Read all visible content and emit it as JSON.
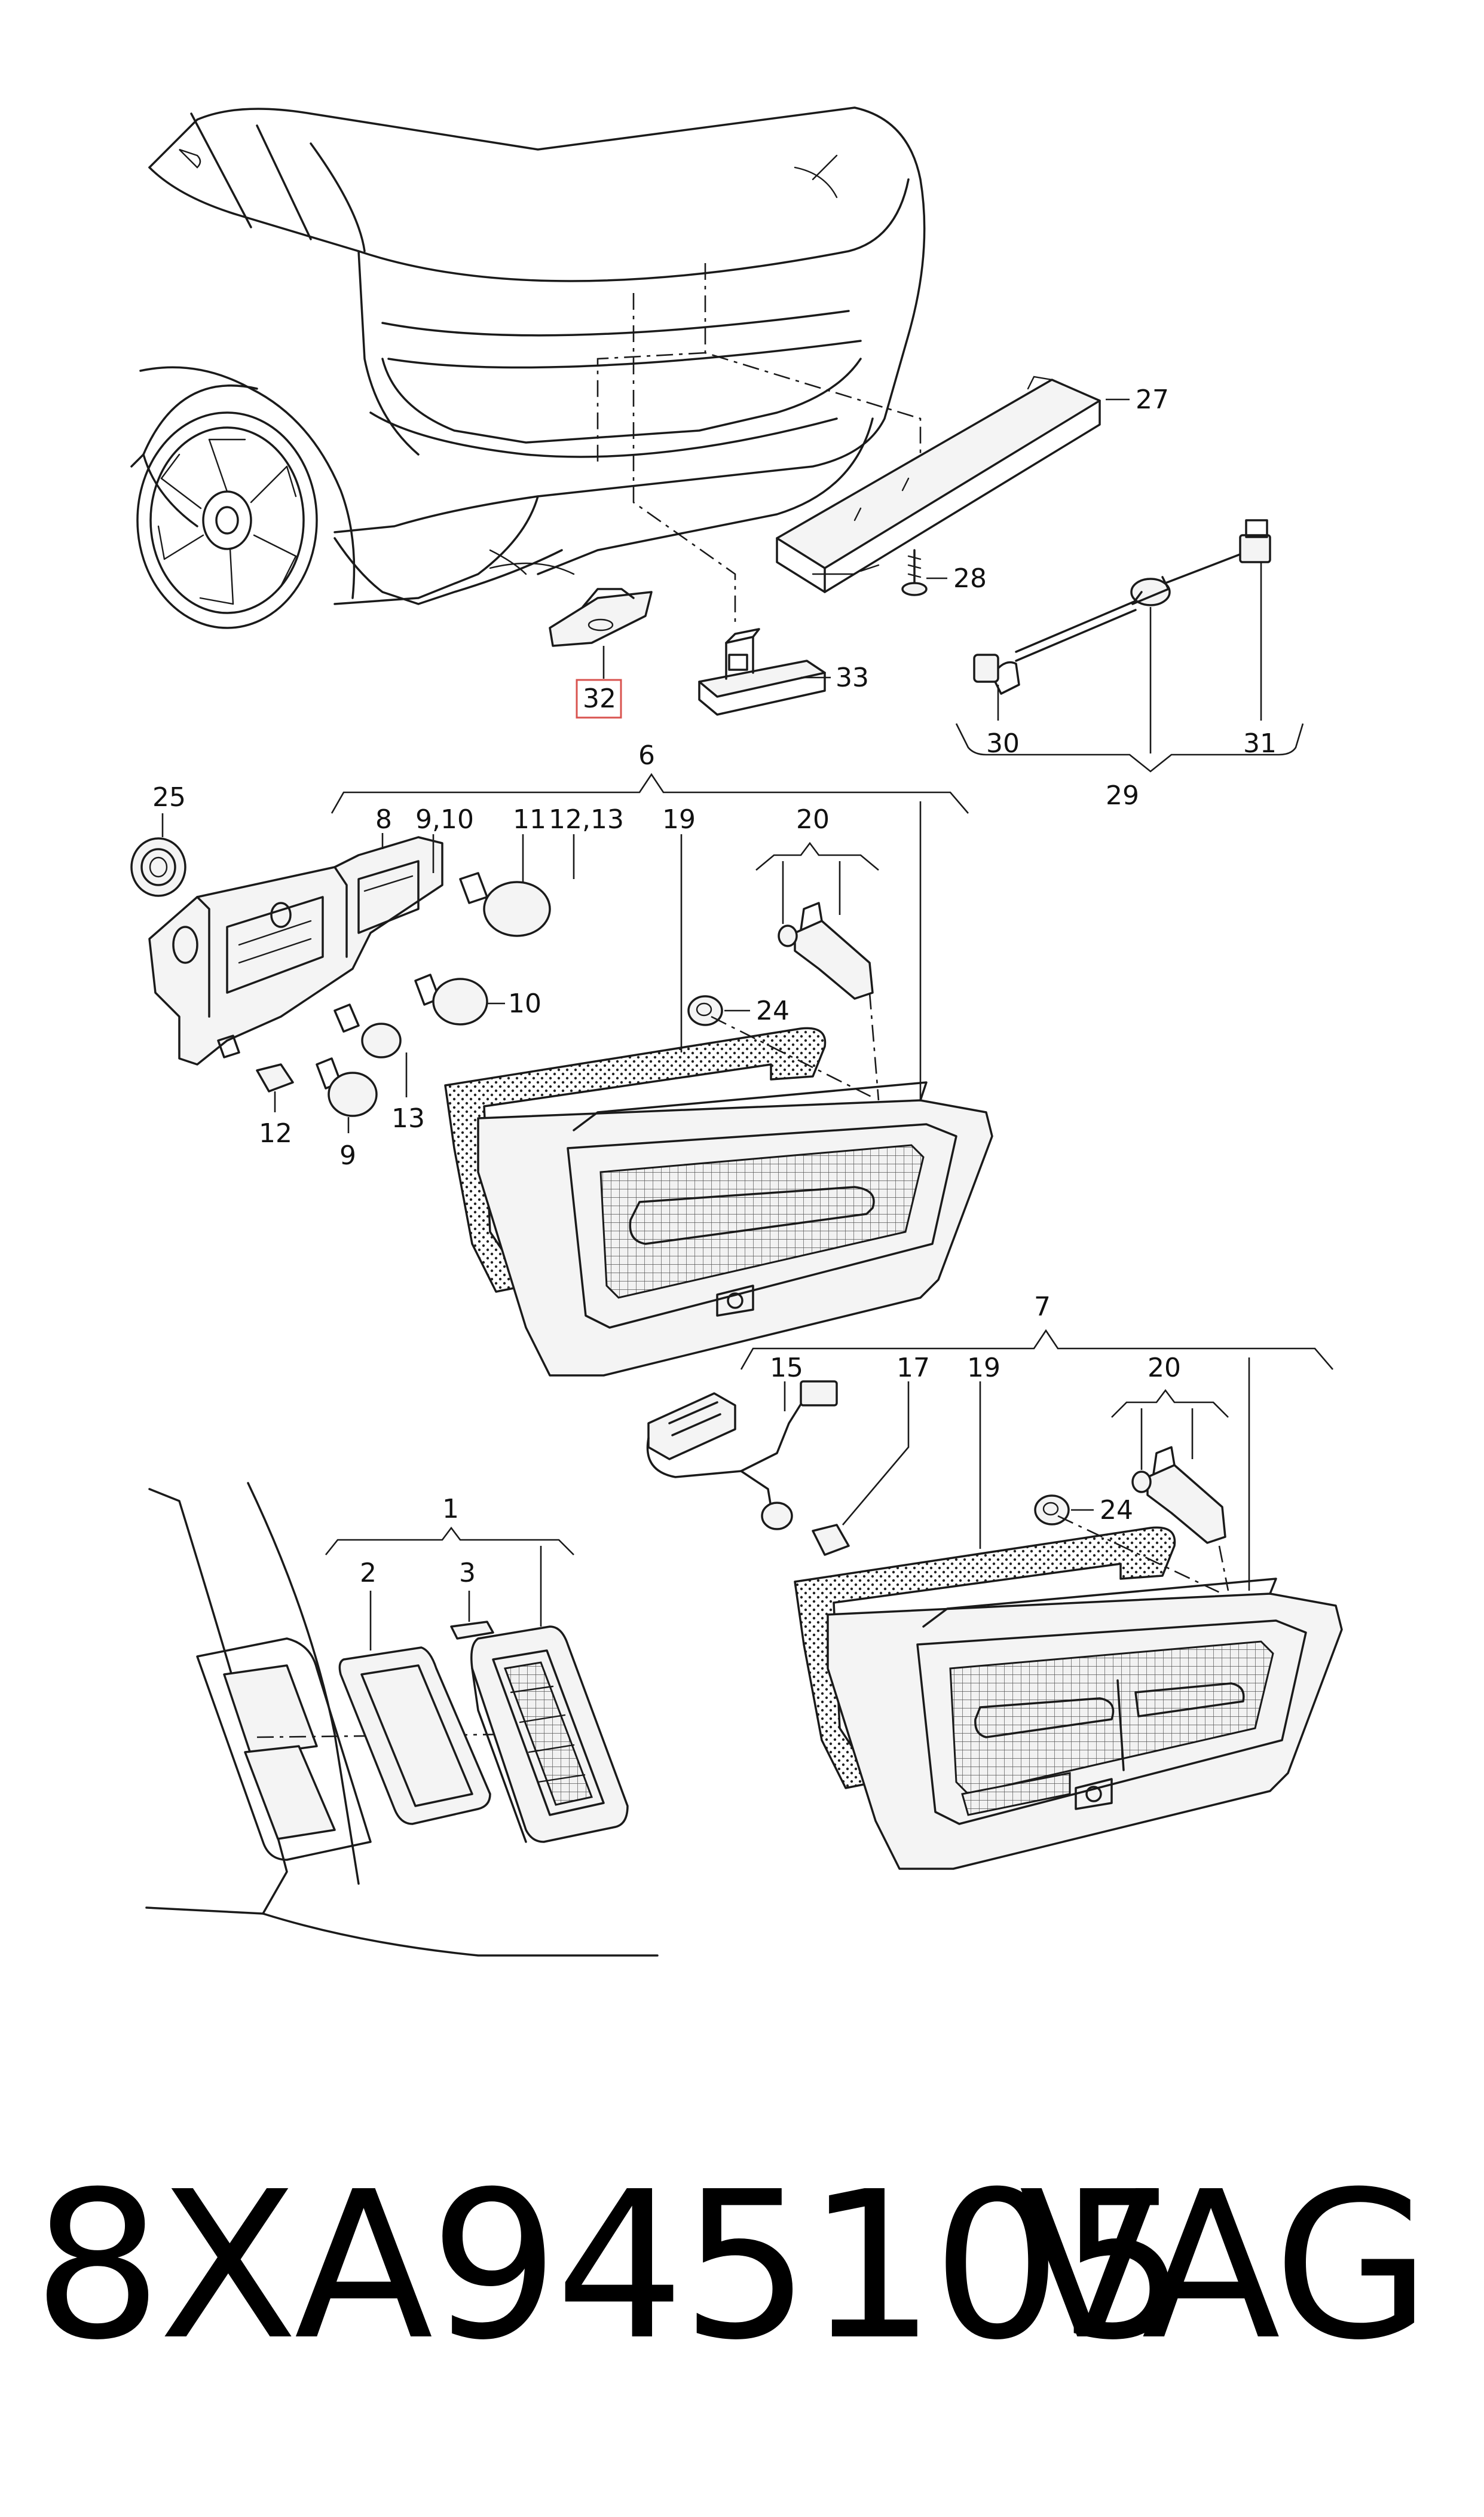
{
  "callouts": {
    "c27": "27",
    "c28": "28",
    "c32": "32",
    "c33": "33",
    "c30": "30",
    "c31": "31",
    "c29": "29",
    "c6": "6",
    "c25": "25",
    "c8": "8",
    "c9_10": "9,10",
    "c11": "11",
    "c12_13": "12,13",
    "c19a": "19",
    "c20a": "20",
    "c10": "10",
    "c24a": "24",
    "c12": "12",
    "c9": "9",
    "c13": "13",
    "c7": "7",
    "c15": "15",
    "c17": "17",
    "c19b": "19",
    "c20b": "20",
    "c24b": "24",
    "c1": "1",
    "c2": "2",
    "c3": "3"
  },
  "highlight_color": "#d9534f",
  "footer": {
    "part_number": "8XA945105",
    "brand": "VAG"
  }
}
